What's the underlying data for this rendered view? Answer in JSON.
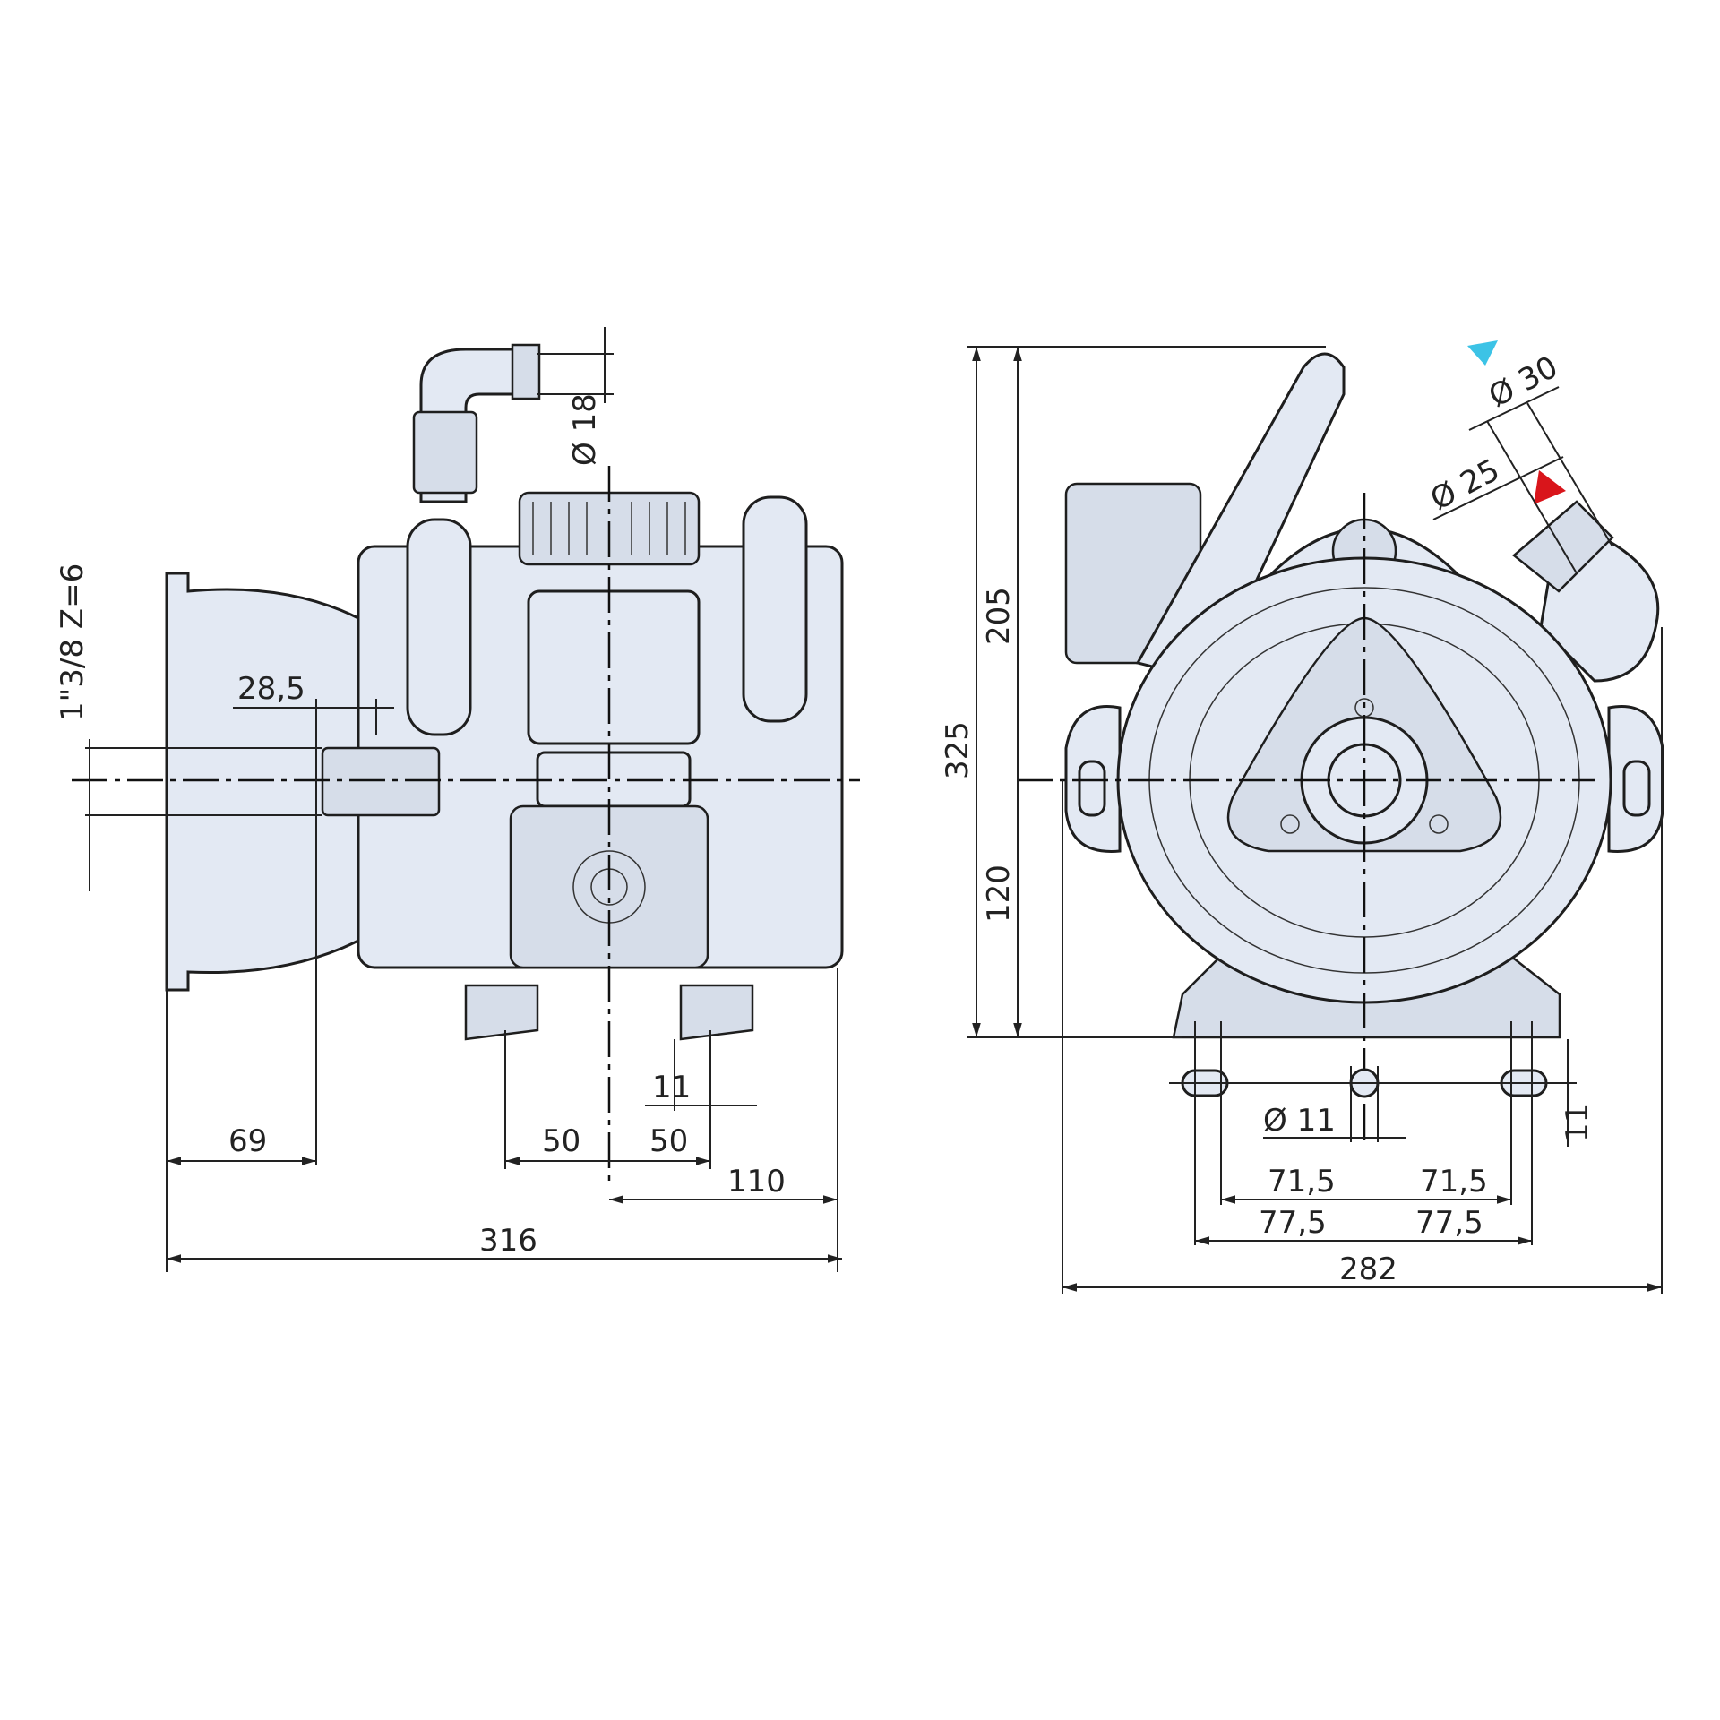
{
  "side_view": {
    "labels": {
      "thread": "1\"3/8  Z=6",
      "shaft_offset": "28,5",
      "outlet_diameter": "Ø 18",
      "dim_69": "69",
      "dim_50_left": "50",
      "dim_50_right": "50",
      "dim_11": "11",
      "dim_110": "110",
      "dim_316": "316"
    }
  },
  "front_view": {
    "labels": {
      "height_total": "325",
      "height_upper": "205",
      "height_lower": "120",
      "inlet_diameter_outer": "Ø 30",
      "inlet_diameter_inner": "Ø 25",
      "hole_diameter": "Ø 11",
      "slot_width": "11",
      "dim_71_5_left": "71,5",
      "dim_71_5_right": "71,5",
      "dim_77_5_left": "77,5",
      "dim_77_5_right": "77,5",
      "dim_282": "282"
    },
    "colors": {
      "inlet_marker": "#3cc3e6",
      "outlet_marker": "#d9151b"
    }
  }
}
